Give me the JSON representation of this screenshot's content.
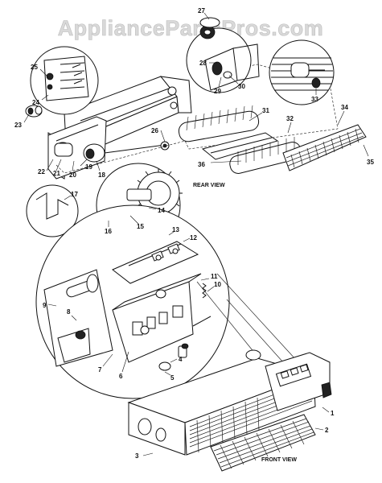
{
  "watermark": "AppliancePartsPros.com",
  "views": {
    "rear": "REAR VIEW",
    "front": "FRONT VIEW"
  },
  "callouts": [
    "1",
    "2",
    "3",
    "4",
    "5",
    "6",
    "7",
    "8",
    "9",
    "10",
    "11",
    "12",
    "13",
    "14",
    "15",
    "16",
    "17",
    "18",
    "19",
    "20",
    "21",
    "22",
    "23",
    "24",
    "25",
    "26",
    "27",
    "28",
    "29",
    "30",
    "31",
    "32",
    "33",
    "34",
    "35",
    "36"
  ],
  "colors": {
    "line": "#111111",
    "background": "#ffffff",
    "watermark": "#d9d9d9"
  }
}
